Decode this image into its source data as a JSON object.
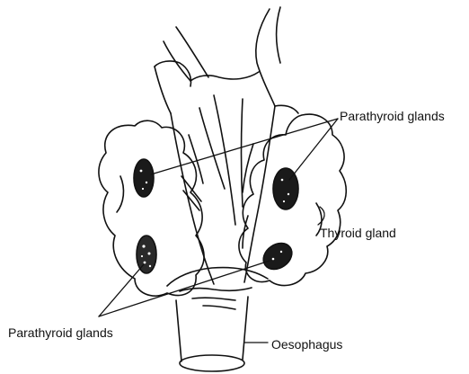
{
  "labels": {
    "parathyroid_top": "Parathyroid glands",
    "thyroid": "Thyroid gland",
    "parathyroid_bottom": "Parathyroid glands",
    "oesophagus": "Oesophagus"
  },
  "colors": {
    "ink": "#111111",
    "background": "#ffffff",
    "gland_fill": "#1a1a1a"
  }
}
